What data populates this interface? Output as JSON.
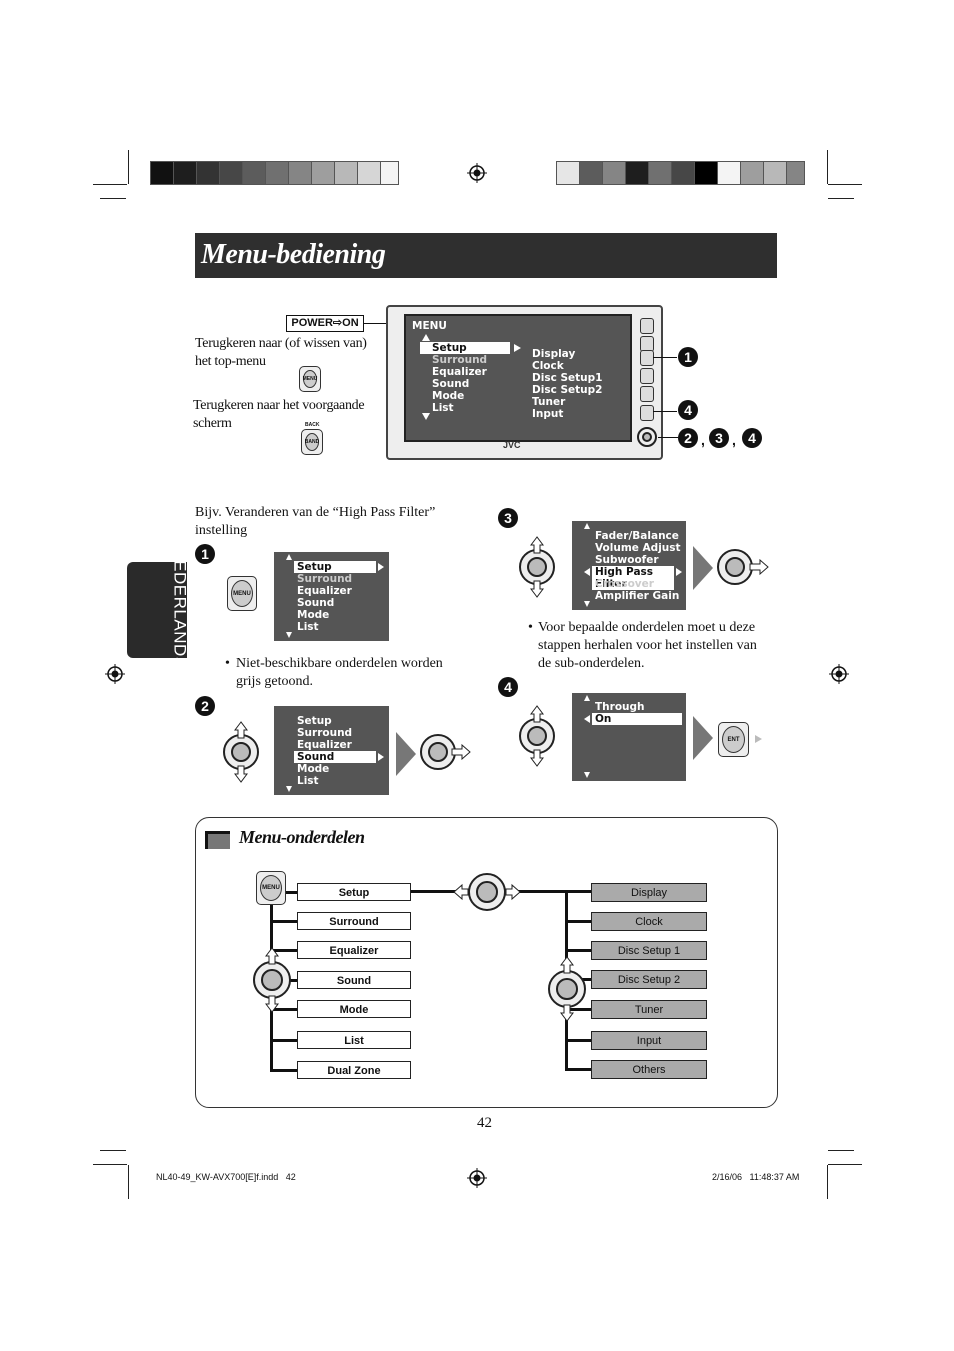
{
  "title": "Menu-bediening",
  "side_tab": "NEDERLANDS",
  "power_label": "POWER",
  "power_on": "ON",
  "power_arrow": "⇨",
  "top_menu_text": "Terugkeren naar (of wissen van) het top-menu",
  "back_text": "Terugkeren naar het voorgaande scherm",
  "menu_btn": "MENU",
  "back_label": "BACK",
  "band_btn": "BAND",
  "ent_btn": "ENT",
  "device": {
    "screen_title": "MENU",
    "left_items": [
      "Setup",
      "Surround",
      "Equalizer",
      "Sound",
      "Mode",
      "List"
    ],
    "right_items": [
      "Display",
      "Clock",
      "Disc Setup1",
      "Disc Setup2",
      "Tuner",
      "Input"
    ],
    "brand": "JVC",
    "callout_1": "1",
    "callout_4": "4",
    "callout_234": [
      "2",
      "3",
      "4"
    ],
    "comma": ","
  },
  "example_text": "Bijv. Veranderen van de “High Pass Filter” instelling",
  "step1": {
    "num": "1",
    "items": [
      "Setup",
      "Surround",
      "Equalizer",
      "Sound",
      "Mode",
      "List"
    ],
    "note": "Niet-beschikbare onderdelen worden grijs getoond."
  },
  "step2": {
    "num": "2",
    "items": [
      "Setup",
      "Surround",
      "Equalizer",
      "Sound",
      "Mode",
      "List"
    ]
  },
  "step3": {
    "num": "3",
    "items": [
      "Fader/Balance",
      "Volume Adjust",
      "Subwoofer",
      "High Pass Filter",
      "Crossover",
      "Amplifier Gain"
    ],
    "note": "Voor bepaalde onderdelen moet u deze stappen herhalen voor het instellen van de sub-onderdelen."
  },
  "step4": {
    "num": "4",
    "items": [
      "Through",
      "On"
    ]
  },
  "sub_title": "Menu-onderdelen",
  "main_items": [
    "Setup",
    "Surround",
    "Equalizer",
    "Sound",
    "Mode",
    "List",
    "Dual Zone"
  ],
  "sub_items": [
    "Display",
    "Clock",
    "Disc Setup 1",
    "Disc Setup 2",
    "Tuner",
    "Input",
    "Others"
  ],
  "page_number": "42",
  "footer_left": "NL40-49_KW-AVX700[E]f.indd   42",
  "footer_right": "2/16/06   11:48:37 AM"
}
